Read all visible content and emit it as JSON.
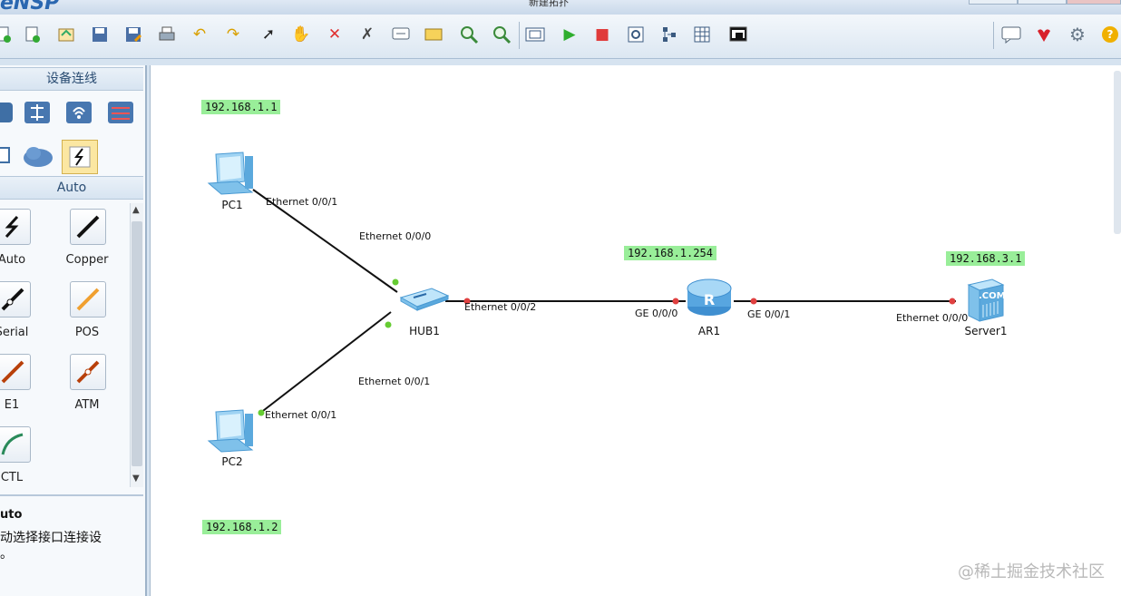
{
  "app": {
    "logo": "eNSP",
    "window_title": "新建拓扑"
  },
  "toolbar": {
    "icons": [
      "new-topology-icon",
      "open-icon",
      "home-icon",
      "save-icon",
      "save-as-icon",
      "print-icon",
      "undo-icon",
      "redo-icon",
      "select-cursor-icon",
      "hand-pan-icon",
      "delete-icon",
      "delete-link-icon",
      "text-note-icon",
      "rectangle-icon",
      "zoom-in-icon",
      "zoom-out-icon",
      "fit-view-icon",
      "start-device-icon",
      "stop-device-icon",
      "capture-icon",
      "topology-icon",
      "grid-icon",
      "console-icon",
      "chat-icon",
      "huawei-logo-icon",
      "settings-icon",
      "help-icon"
    ]
  },
  "left_panel": {
    "device_header": "设备连线",
    "cable_header": "Auto",
    "cables": [
      {
        "label": "Auto"
      },
      {
        "label": "Copper"
      },
      {
        "label": "Serial"
      },
      {
        "label": "POS"
      },
      {
        "label": "E1"
      },
      {
        "label": "ATM"
      },
      {
        "label": "CTL"
      }
    ],
    "desc_title": "uto",
    "desc_line1": "动选择接口连接设",
    "desc_line2": "。"
  },
  "topology": {
    "devices": [
      {
        "name": "PC1"
      },
      {
        "name": "PC2"
      },
      {
        "name": "HUB1"
      },
      {
        "name": "AR1"
      },
      {
        "name": "Server1"
      }
    ],
    "ip_labels": [
      "192.168.1.1",
      "192.168.1.2",
      "192.168.1.254",
      "192.168.3.1"
    ],
    "ports": {
      "pc1": "Ethernet 0/0/1",
      "hub_top": "Ethernet 0/0/0",
      "hub_right": "Ethernet 0/0/2",
      "hub_bottom": "Ethernet 0/0/1",
      "pc2": "Ethernet 0/0/1",
      "ar1_left": "GE 0/0/0",
      "ar1_right": "GE 0/0/1",
      "server": "Ethernet 0/0/0"
    },
    "server_badge": ".COM"
  },
  "colors": {
    "ip_bg": "#99ee99",
    "link_up": "#66cc33",
    "link_down": "#e04040"
  },
  "watermark": "@稀土掘金技术社区"
}
